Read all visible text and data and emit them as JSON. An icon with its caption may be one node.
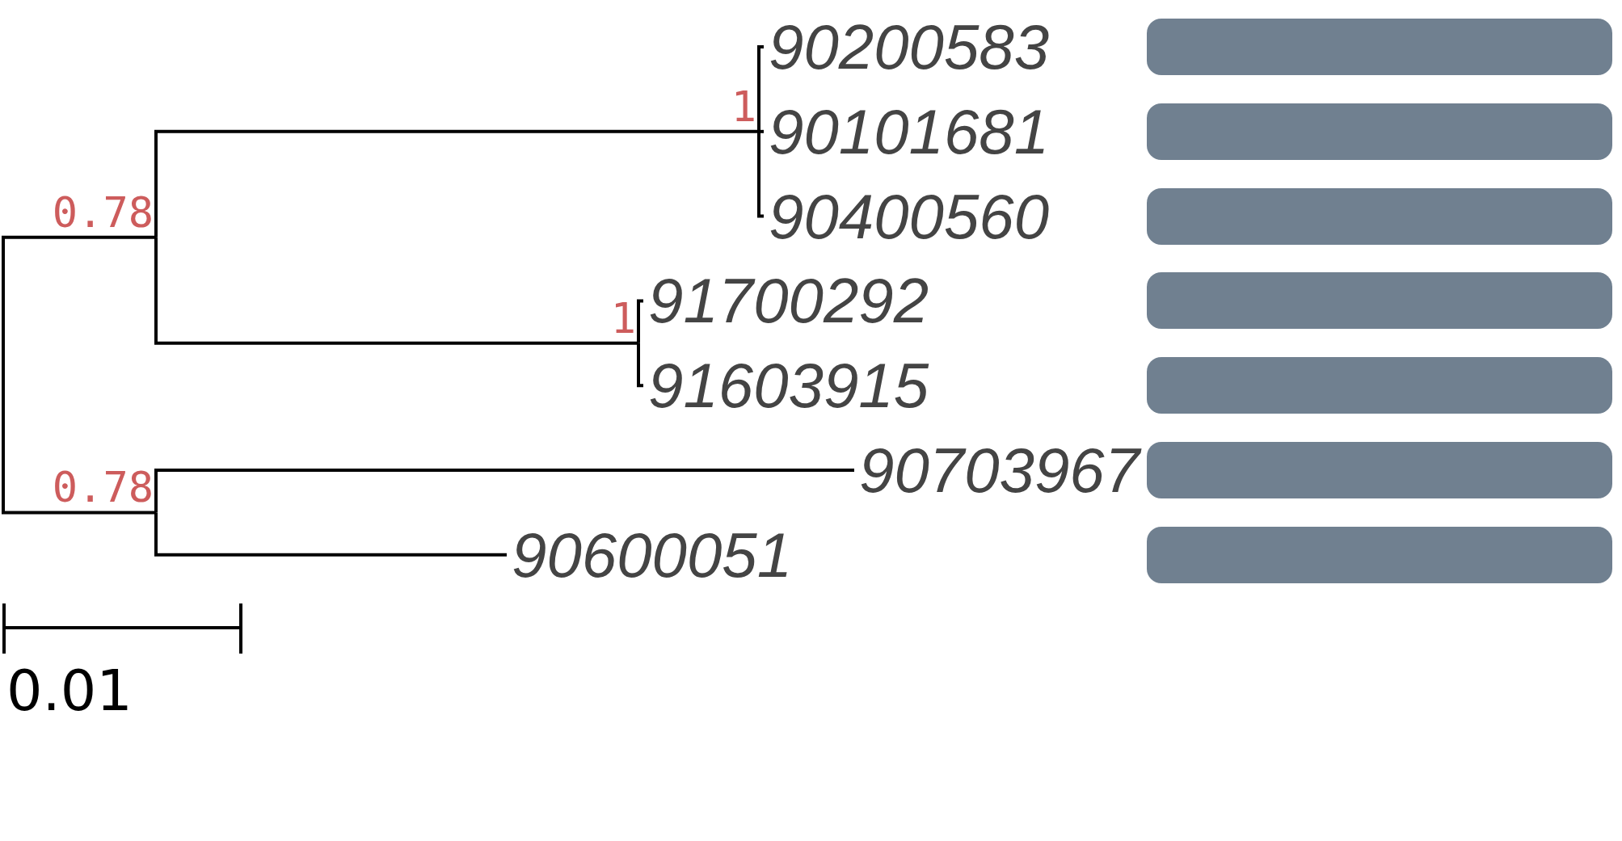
{
  "diagram": {
    "nodes": [
      {
        "text": [
          "0.78"
        ]
      },
      {
        "text": [
          "1"
        ]
      },
      {
        "text": [
          "90200583"
        ]
      },
      {
        "text": [
          "90101681"
        ]
      },
      {
        "text": [
          "90400560"
        ]
      },
      {
        "text": [
          "1"
        ]
      },
      {
        "text": [
          "91700292"
        ]
      },
      {
        "text": [
          "91603915"
        ]
      },
      {
        "text": [
          "0.78"
        ]
      },
      {
        "text": [
          "90703967"
        ]
      },
      {
        "text": [
          "90600051"
        ]
      },
      {
        "text": [],
        "shape": "bar"
      },
      {
        "text": [],
        "shape": "bar"
      },
      {
        "text": [],
        "shape": "bar"
      },
      {
        "text": [],
        "shape": "bar"
      },
      {
        "text": [],
        "shape": "bar"
      },
      {
        "text": [],
        "shape": "bar"
      },
      {
        "text": [],
        "shape": "bar"
      }
    ],
    "edges": [
      {
        "from": 0,
        "to": 8,
        "arrow": "none"
      },
      {
        "from": 0,
        "to": 1,
        "arrow": "none"
      },
      {
        "from": 0,
        "to": 5,
        "arrow": "none"
      },
      {
        "from": 1,
        "to": 2,
        "arrow": "none"
      },
      {
        "from": 1,
        "to": 3,
        "arrow": "none"
      },
      {
        "from": 1,
        "to": 4,
        "arrow": "none"
      },
      {
        "from": 5,
        "to": 6,
        "arrow": "none"
      },
      {
        "from": 5,
        "to": 7,
        "arrow": "none"
      },
      {
        "from": 8,
        "to": 9,
        "arrow": "none"
      },
      {
        "from": 8,
        "to": 10,
        "arrow": "none"
      }
    ],
    "labels": [
      "0.01"
    ]
  }
}
